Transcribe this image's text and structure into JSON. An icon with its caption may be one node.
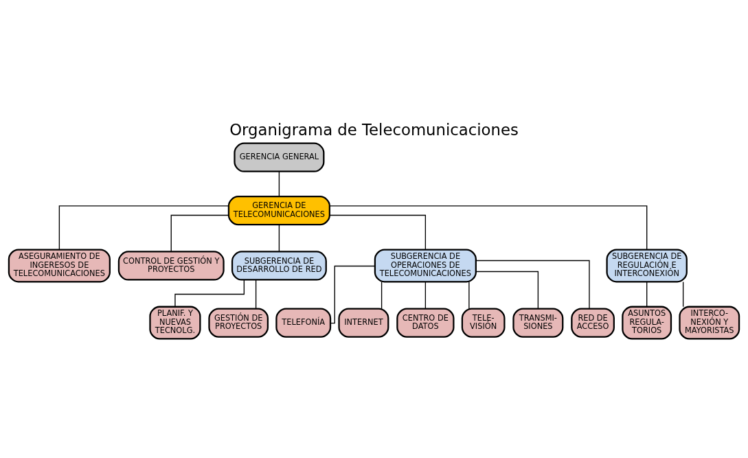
{
  "diagram": {
    "title": "Organigrama de Telecomunicaciones",
    "nodes": [
      {
        "text": [
          "GERENCIA GENERAL"
        ]
      },
      {
        "text": [
          "GERENCIA DE TELECOMUNICACIONES"
        ]
      },
      {
        "text": [
          "ASEGURAMIENTO DE INGERESOS DE TELECOMUNICACIONES"
        ]
      },
      {
        "text": [
          "CONTROL DE GESTIÓN Y PROYECTOS"
        ]
      },
      {
        "text": [
          "SUBGERENCIA DE DESARROLLO DE RED"
        ]
      },
      {
        "text": [
          "SUBGERENCIA DE OPERACIONES DE TELECOMUNICACIONES"
        ]
      },
      {
        "text": [
          "SUBGERENCIA DE REGULACIÓN E INTERCONEXIÓN"
        ]
      },
      {
        "text": [
          "PLANIF. Y NUEVAS TECNOLG."
        ]
      },
      {
        "text": [
          "GESTIÓN DE PROYECTOS"
        ]
      },
      {
        "text": [
          "TELEFONÍA"
        ]
      },
      {
        "text": [
          "INTERNET"
        ]
      },
      {
        "text": [
          "CENTRO DE DATOS"
        ]
      },
      {
        "text": [
          "TELE- VISIÓN"
        ]
      },
      {
        "text": [
          "TRANSMI- SIONES"
        ]
      },
      {
        "text": [
          "RED DE ACCESO"
        ]
      },
      {
        "text": [
          "ASUNTOS REGULA- TORIOS"
        ]
      },
      {
        "text": [
          "INTERCO- NEXIÓN Y MAYORISTAS"
        ]
      }
    ],
    "edges": [
      {
        "from": 0,
        "to": 1,
        "arrow": "none"
      },
      {
        "from": 1,
        "to": 2,
        "arrow": "none"
      },
      {
        "from": 1,
        "to": 3,
        "arrow": "none"
      },
      {
        "from": 1,
        "to": 4,
        "arrow": "none"
      },
      {
        "from": 1,
        "to": 5,
        "arrow": "none"
      },
      {
        "from": 1,
        "to": 6,
        "arrow": "none"
      },
      {
        "from": 4,
        "to": 7,
        "arrow": "none"
      },
      {
        "from": 4,
        "to": 8,
        "arrow": "none"
      },
      {
        "from": 5,
        "to": 9,
        "arrow": "none"
      },
      {
        "from": 5,
        "to": 10,
        "arrow": "none"
      },
      {
        "from": 5,
        "to": 11,
        "arrow": "none"
      },
      {
        "from": 5,
        "to": 12,
        "arrow": "none"
      },
      {
        "from": 5,
        "to": 13,
        "arrow": "none"
      },
      {
        "from": 5,
        "to": 14,
        "arrow": "none"
      },
      {
        "from": 6,
        "to": 15,
        "arrow": "none"
      },
      {
        "from": 6,
        "to": 16,
        "arrow": "none"
      }
    ]
  }
}
